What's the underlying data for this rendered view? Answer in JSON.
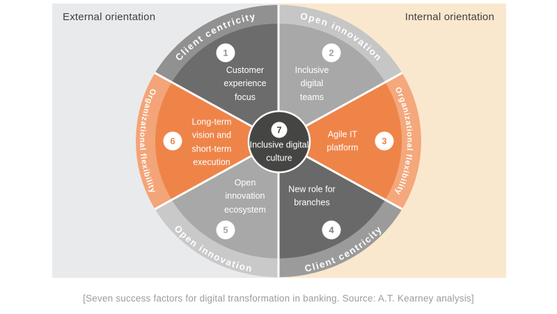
{
  "header": {
    "left": "External orientation",
    "right": "Internal orientation"
  },
  "caption": "[Seven success factors for digital transformation in banking. Source: A.T. Kearney analysis]",
  "center": {
    "number": "7",
    "label": "Inclusive digital culture",
    "color": "#454543"
  },
  "wedges": [
    {
      "number": "1",
      "category": "Client centricity",
      "label": "Customer experience focus",
      "color": "#6c6c6c",
      "ring_color": "#919191",
      "number_color": "#8f8f8f"
    },
    {
      "number": "2",
      "category": "Open innovation",
      "label": "Inclusive digital teams",
      "color": "#a8a8a8",
      "ring_color": "#c6c6c6",
      "number_color": "#9e9e9e"
    },
    {
      "number": "3",
      "category": "Organizational flexibility",
      "label": "Agile IT platform",
      "color": "#ef8449",
      "ring_color": "#f4a87c",
      "number_color": "#ef8449"
    },
    {
      "number": "4",
      "category": "Client centricity",
      "label": "New role for branches",
      "color": "#696969",
      "ring_color": "#9b9b9b",
      "number_color": "#7d7d7d"
    },
    {
      "number": "5",
      "category": "Open innovation",
      "label": "Open innovation ecosystem",
      "color": "#a8a8a8",
      "ring_color": "#c9c9c9",
      "number_color": "#a5a5a5"
    },
    {
      "number": "6",
      "category": "Organizational flexibility",
      "label": "Long-term vision and short-term execution",
      "color": "#ef8449",
      "ring_color": "#f3a478",
      "number_color": "#ef8449"
    }
  ],
  "colors": {
    "bg_left": "#e9eaec",
    "bg_right": "#fae8ce",
    "divider": "#ffffff",
    "caption_text": "#9b9b9b"
  }
}
